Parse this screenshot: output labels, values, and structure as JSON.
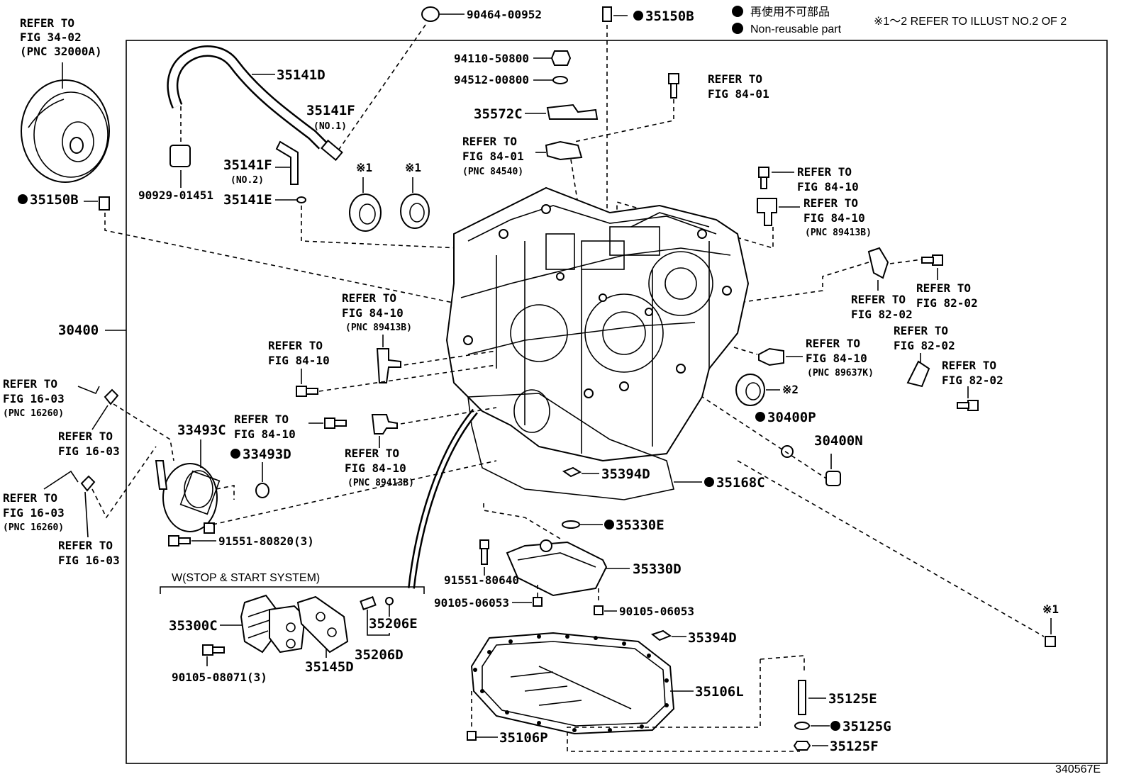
{
  "legend": {
    "jp_text": "再使用不可部品",
    "en_text": "Non-reusable part",
    "refer_note": "※1～2 REFER TO ILLUST NO.2 OF 2"
  },
  "illustration_id": "340567E",
  "parts": {
    "p30400": "30400",
    "p35141D": "35141D",
    "p35141F_1": "35141F",
    "p35141F_1_sub": "(NO.1)",
    "p35141F_2": "35141F",
    "p35141F_2_sub": "(NO.2)",
    "p35141E": "35141E",
    "p90929": "90929-01451",
    "p90464": "90464-00952",
    "p35150B_top": "35150B",
    "p35150B_left": "35150B",
    "p94110": "94110-50800",
    "p94512": "94512-00800",
    "p35572C": "35572C",
    "p33493C": "33493C",
    "p33493D": "33493D",
    "p91551_80820": "91551-80820(3)",
    "p35394D_a": "35394D",
    "p35394D_b": "35394D",
    "p35168C": "35168C",
    "p30400P": "30400P",
    "p30400N": "30400N",
    "p35330E": "35330E",
    "p35330D": "35330D",
    "p91551_80640": "91551-80640",
    "p90105_06053_a": "90105-06053",
    "p90105_06053_b": "90105-06053",
    "p35300C": "35300C",
    "p90105_08071": "90105-08071(3)",
    "p35145D": "35145D",
    "p35206E": "35206E",
    "p35206D": "35206D",
    "p35106L": "35106L",
    "p35106P": "35106P",
    "p35125E": "35125E",
    "p35125G": "35125G",
    "p35125F": "35125F",
    "stop_start": "W(STOP & START SYSTEM)",
    "mark1": "※1",
    "mark2": "※2"
  },
  "refs": {
    "fig3402": [
      "REFER TO",
      "FIG 34-02",
      "(PNC 32000A)"
    ],
    "fig8401_a": [
      "REFER TO",
      "FIG 84-01"
    ],
    "fig8401_b": [
      "REFER TO",
      "FIG 84-01",
      "(PNC 84540)"
    ],
    "fig8410_a": [
      "REFER TO",
      "FIG 84-10"
    ],
    "fig8410_b": [
      "REFER TO",
      "FIG 84-10",
      "(PNC 89413B)"
    ],
    "fig8410_c": [
      "REFER TO",
      "FIG 84-10",
      "(PNC 89413B)"
    ],
    "fig8410_d": [
      "REFER TO",
      "FIG 84-10"
    ],
    "fig8410_e": [
      "REFER TO",
      "FIG 84-10"
    ],
    "fig8410_f": [
      "REFER TO",
      "FIG 84-10",
      "(PNC 89413B)"
    ],
    "fig8410_g": [
      "REFER TO",
      "FIG 84-10",
      "(PNC 89637K)"
    ],
    "fig8202_a": [
      "REFER TO",
      "FIG 82-02"
    ],
    "fig8202_b": [
      "REFER TO",
      "FIG 82-02"
    ],
    "fig8202_c": [
      "REFER TO",
      "FIG 82-02"
    ],
    "fig8202_d": [
      "REFER TO",
      "FIG 82-02"
    ],
    "fig1603_a": [
      "REFER TO",
      "FIG 16-03",
      "(PNC 16260)"
    ],
    "fig1603_b": [
      "REFER TO",
      "FIG 16-03"
    ],
    "fig1603_c": [
      "REFER TO",
      "FIG 16-03",
      "(PNC 16260)"
    ],
    "fig1603_d": [
      "REFER TO",
      "FIG 16-03"
    ]
  }
}
